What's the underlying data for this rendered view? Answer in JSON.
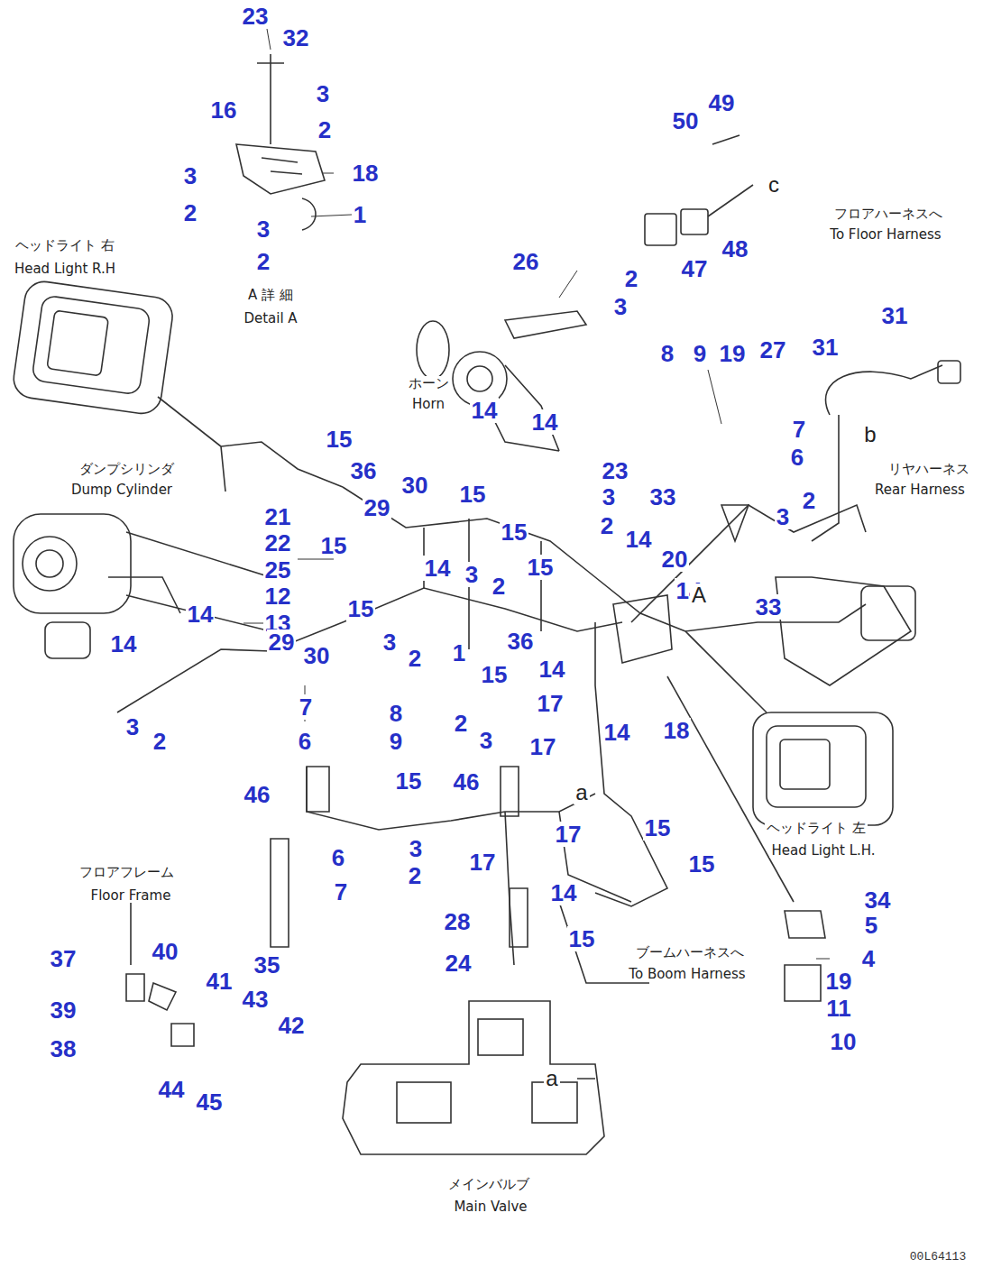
{
  "diagram": {
    "labels": [
      "23",
      "32",
      "3",
      "2",
      "16",
      "18",
      "3",
      "2",
      "1",
      "3",
      "2",
      "ヘッドライト 右",
      "Head Light R.H",
      "A 詳 細",
      "Detail A",
      "49",
      "50",
      "c",
      "47",
      "48",
      "フロアハーネスへ",
      "To Floor Harness",
      "26",
      "2",
      "3",
      "31",
      "8",
      "9",
      "19",
      "27",
      "31",
      "ホーン",
      "Horn",
      "14",
      "14",
      "7",
      "b",
      "リヤハーネス",
      "Rear Harness",
      "6",
      "ダンプシリンダ",
      "Dump Cylinder",
      "15",
      "36",
      "29",
      "30",
      "15",
      "23",
      "3",
      "2",
      "33",
      "2",
      "3",
      "15",
      "15",
      "14",
      "20",
      "14",
      "33",
      "21",
      "22",
      "25",
      "12",
      "13",
      "15",
      "14",
      "3",
      "2",
      "15",
      "14",
      "14",
      "29",
      "30",
      "3",
      "2",
      "1",
      "36",
      "15",
      "14",
      "17",
      "7",
      "6",
      "3",
      "2",
      "8",
      "2",
      "9",
      "3",
      "14",
      "18",
      "17",
      "A",
      "ヘッドライト 左",
      "Head Light L.H.",
      "a",
      "46",
      "15",
      "46",
      "6",
      "3",
      "2",
      "7",
      "17",
      "17",
      "15",
      "15",
      "28",
      "14",
      "15",
      "35",
      "24",
      "フロアフレーム",
      "Floor Frame",
      "ブームハーネスへ",
      "To Boom Harness",
      "37",
      "40",
      "41",
      "39",
      "43",
      "42",
      "38",
      "44",
      "45",
      "34",
      "5",
      "4",
      "19",
      "11",
      "10",
      "a",
      "メインバルブ",
      "Main Valve",
      "00L64113"
    ]
  }
}
